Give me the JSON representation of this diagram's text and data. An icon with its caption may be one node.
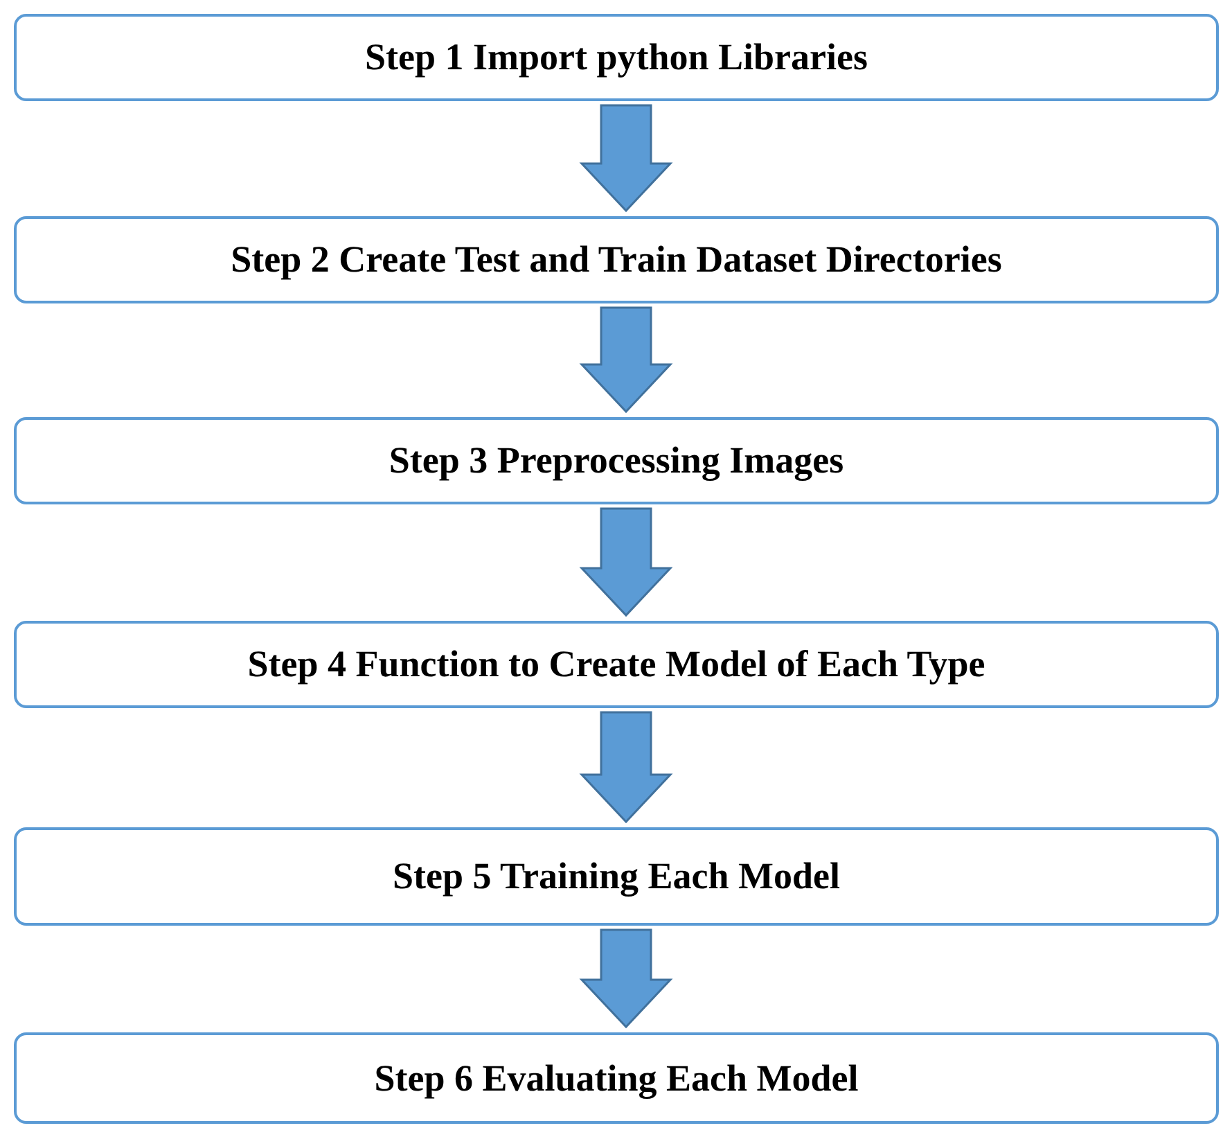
{
  "diagram": {
    "nodes": [
      {
        "text": [
          "Step 1 Import python Libraries"
        ]
      },
      {
        "text": [
          "Step 2 Create Test and Train Dataset Directories"
        ]
      },
      {
        "text": [
          "Step 3 Preprocessing Images"
        ]
      },
      {
        "text": [
          "Step 4 Function to Create Model of Each Type"
        ]
      },
      {
        "text": [
          "Step 5 Training Each Model"
        ]
      },
      {
        "text": [
          "Step 6 Evaluating Each Model"
        ]
      }
    ],
    "edges": [
      {
        "from": 0,
        "to": 1,
        "arrow": "to"
      },
      {
        "from": 1,
        "to": 2,
        "arrow": "to"
      },
      {
        "from": 2,
        "to": 3,
        "arrow": "to"
      },
      {
        "from": 3,
        "to": 4,
        "arrow": "to"
      },
      {
        "from": 4,
        "to": 5,
        "arrow": "to"
      }
    ]
  }
}
